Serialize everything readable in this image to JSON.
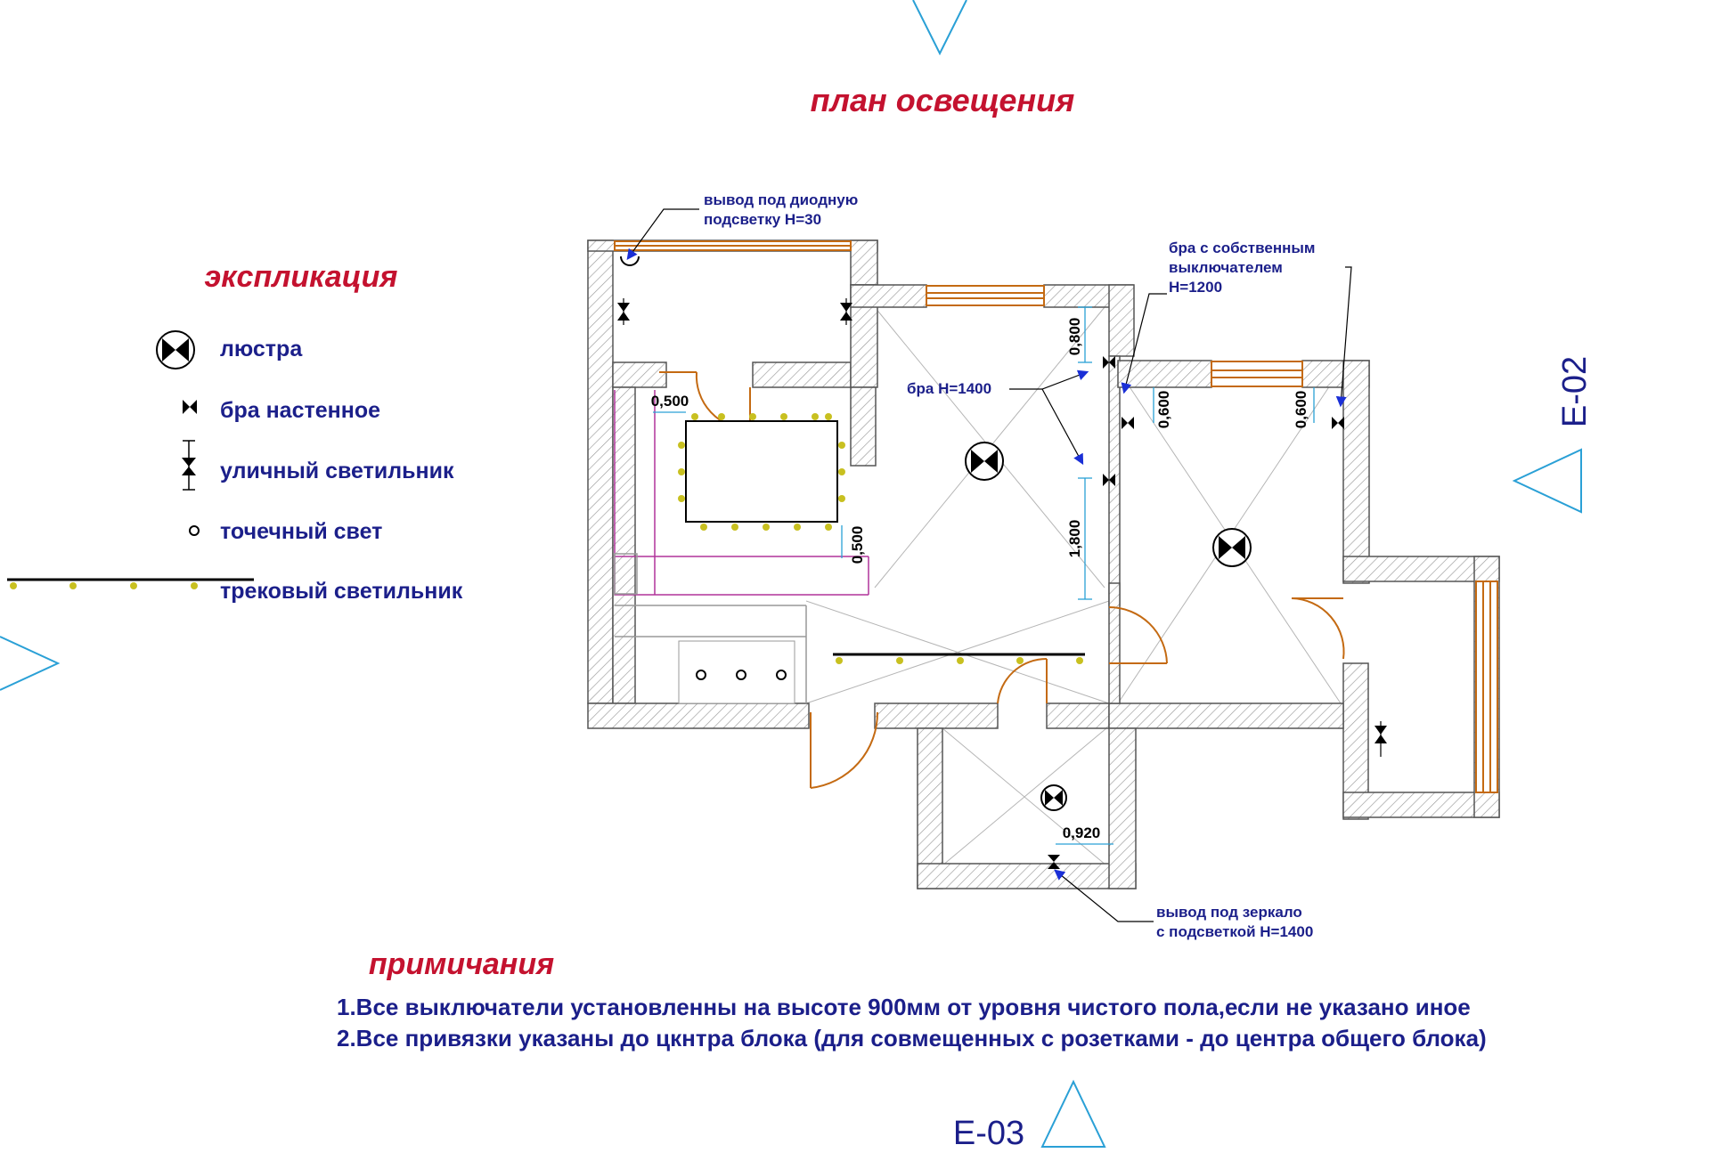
{
  "title": "план освещения",
  "legend": {
    "heading": "экспликация",
    "items": [
      {
        "icon": "chandelier-icon",
        "label": "люстра"
      },
      {
        "icon": "wall-sconce-icon",
        "label": "бра настенное"
      },
      {
        "icon": "outdoor-light-icon",
        "label": "уличный светильник"
      },
      {
        "icon": "spot-light-icon",
        "label": "точечный свет"
      },
      {
        "icon": "track-light-icon",
        "label": "трековый светильник"
      }
    ]
  },
  "callouts": {
    "diode": [
      "вывод под диодную",
      "подсветку Н=30"
    ],
    "sconce_switch": [
      "бра с собственным",
      "выключателем",
      "Н=1200"
    ],
    "sconce_h": "бра Н=1400",
    "mirror": [
      "вывод под зеркало",
      "с подсветкой Н=1400"
    ]
  },
  "dimensions": {
    "d1": "0,500",
    "d2": "0,500",
    "d3": "0,800",
    "d4": "1,800",
    "d5": "0,600",
    "d6": "0,600",
    "d7": "0,920"
  },
  "notes": {
    "heading": "примичания",
    "lines": [
      "1.Все выключатели установленны на высоте 900мм от уровня чистого пола,если не указано иное",
      "2.Все привязки указаны до цкнтра блока (для совмещенных с розетками - до центра общего блока)"
    ]
  },
  "sheet_refs": {
    "right": "Е-02",
    "bottom": "Е-03"
  },
  "colors": {
    "title": "#c4122f",
    "text": "#1b1f8a",
    "door": "#c46a12",
    "arrow": "#1a2fd6",
    "marker": "#2aa0d6",
    "furniture": "#b0339a",
    "track_dot": "#c8c020"
  }
}
